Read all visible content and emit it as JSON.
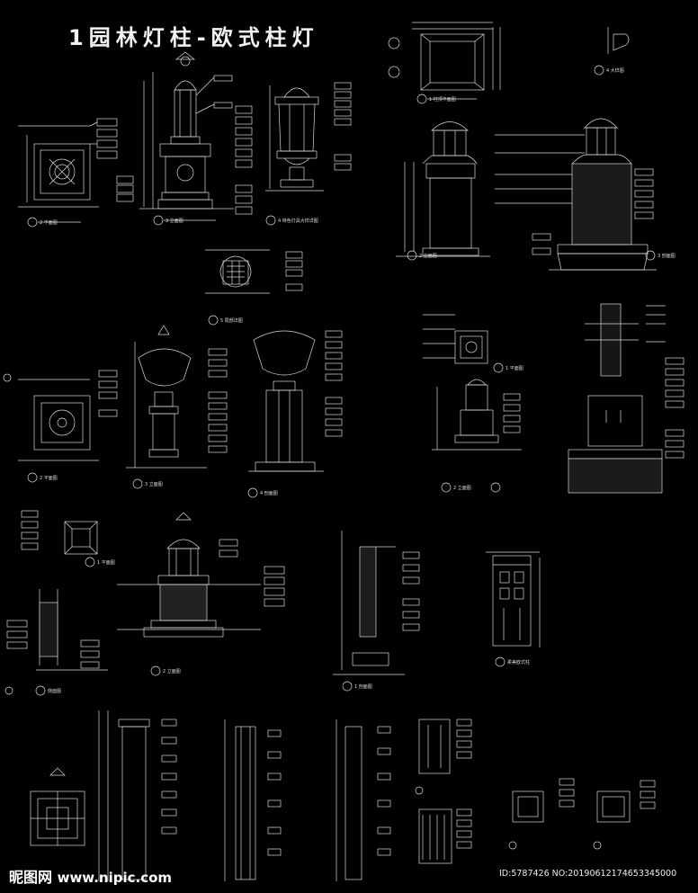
{
  "title": "1园林灯柱-欧式柱灯",
  "views": {
    "v1_plan": "2 平面图",
    "v1_front": "3 立面图",
    "v1_detail": "4 特色灯具大样详图",
    "v2_top": "1 柱顶平面图",
    "v2_detail": "4 大样图",
    "v2_front": "2 立面图",
    "v2_section": "3 剖面图",
    "v3_plan": "2 平面图",
    "v3_pattern": "5 局部详图",
    "v3_front": "3 立面图",
    "v3_section": "4 剖面图",
    "v4_plan": "1 平面图",
    "v4_front": "2 立面图",
    "v5_plan": "1 平面图",
    "v5_front": "2 立面图",
    "v5_side": "侧面图",
    "v6_section": "1 剖面图",
    "v7_elev": "柔美欧式柱"
  },
  "watermark": {
    "site": "昵图网",
    "url": "www.nipic.com",
    "id": "ID:5787426 NO:20190612174653345000"
  }
}
